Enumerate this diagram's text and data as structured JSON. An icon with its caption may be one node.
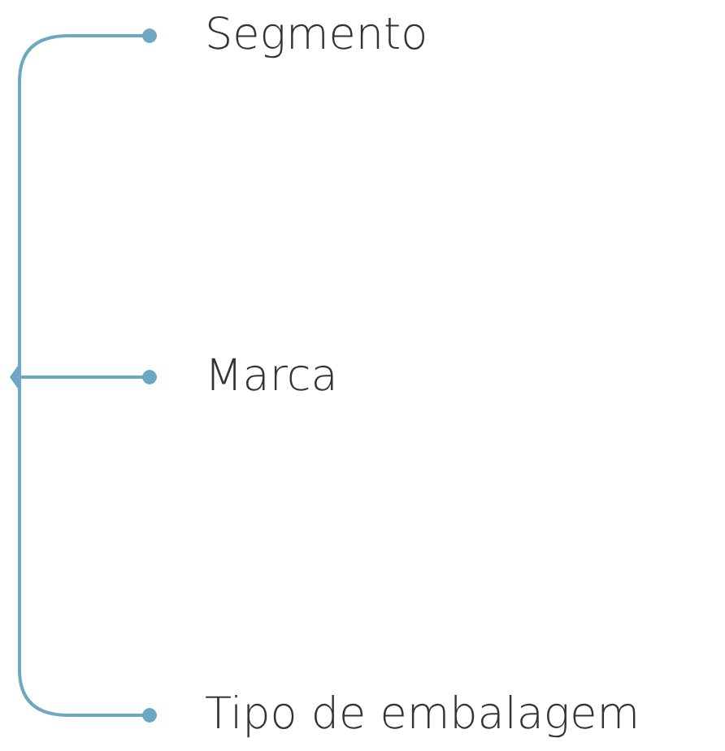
{
  "diagram": {
    "nodes": [
      {
        "text": [],
        "shape": "bar"
      },
      {
        "text": [
          "Segmento"
        ]
      },
      {
        "text": [
          "Marca"
        ]
      },
      {
        "text": [
          "Tipo de embalagem"
        ]
      }
    ],
    "edges": [
      {
        "from": 0,
        "to": 1,
        "arrow": "other"
      },
      {
        "from": 0,
        "to": 2,
        "arrow": "other"
      },
      {
        "from": 0,
        "to": 3,
        "arrow": "other"
      }
    ]
  }
}
